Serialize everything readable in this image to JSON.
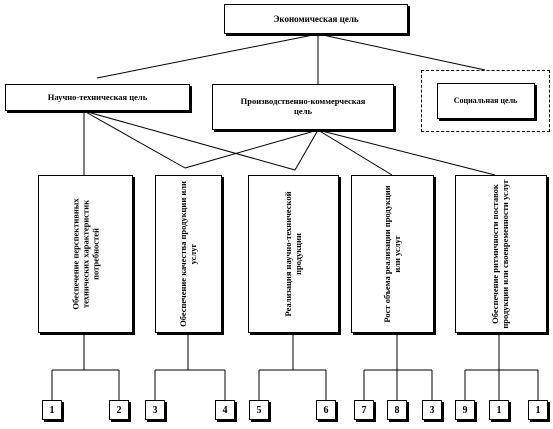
{
  "title": "Экономическая цель",
  "level2": {
    "science": "Научно-техническая цель",
    "production": "Производственно-коммерческая цель",
    "social": "Социальная цель"
  },
  "tasks": [
    "Обеспечение перспективных технических характеристик потребностей",
    "Обеспечение качества продукции или услуг",
    "Реализация научно-технической продукции",
    "Рост объема реализации продукции или услуг",
    "Обеспечение ритмичности поставок продукции или своевременности услуг"
  ],
  "numbers": [
    "1",
    "2",
    "3",
    "4",
    "5",
    "6",
    "7",
    "8",
    "3",
    "9",
    "1",
    "1"
  ]
}
